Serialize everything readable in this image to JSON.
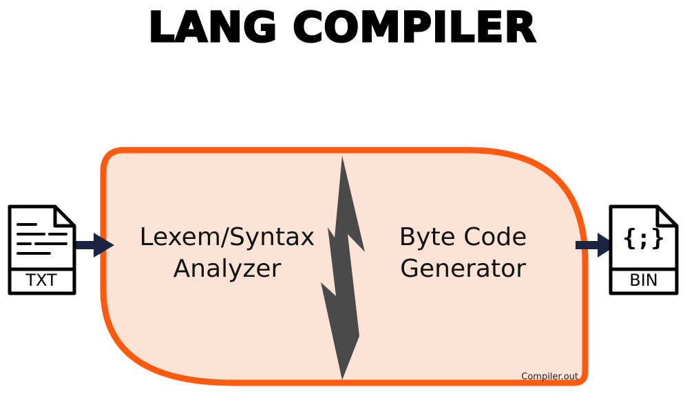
{
  "title": "LANG COMPILER",
  "compiler": {
    "left_stage": [
      "Lexem/Syntax",
      "Analyzer"
    ],
    "right_stage": [
      "Byte Code",
      "Generator"
    ],
    "module_name": "Compiler.out"
  },
  "input_file": {
    "label": "TXT",
    "icon": "text-file-icon"
  },
  "output_file": {
    "label": "BIN",
    "glyph": "{;}",
    "icon": "binary-code-file-icon"
  },
  "colors": {
    "container_stroke": "#ff5a0f",
    "container_fill": "#fde3d5",
    "arrow": "#1c2541",
    "lightning": "#4a4a4a"
  }
}
